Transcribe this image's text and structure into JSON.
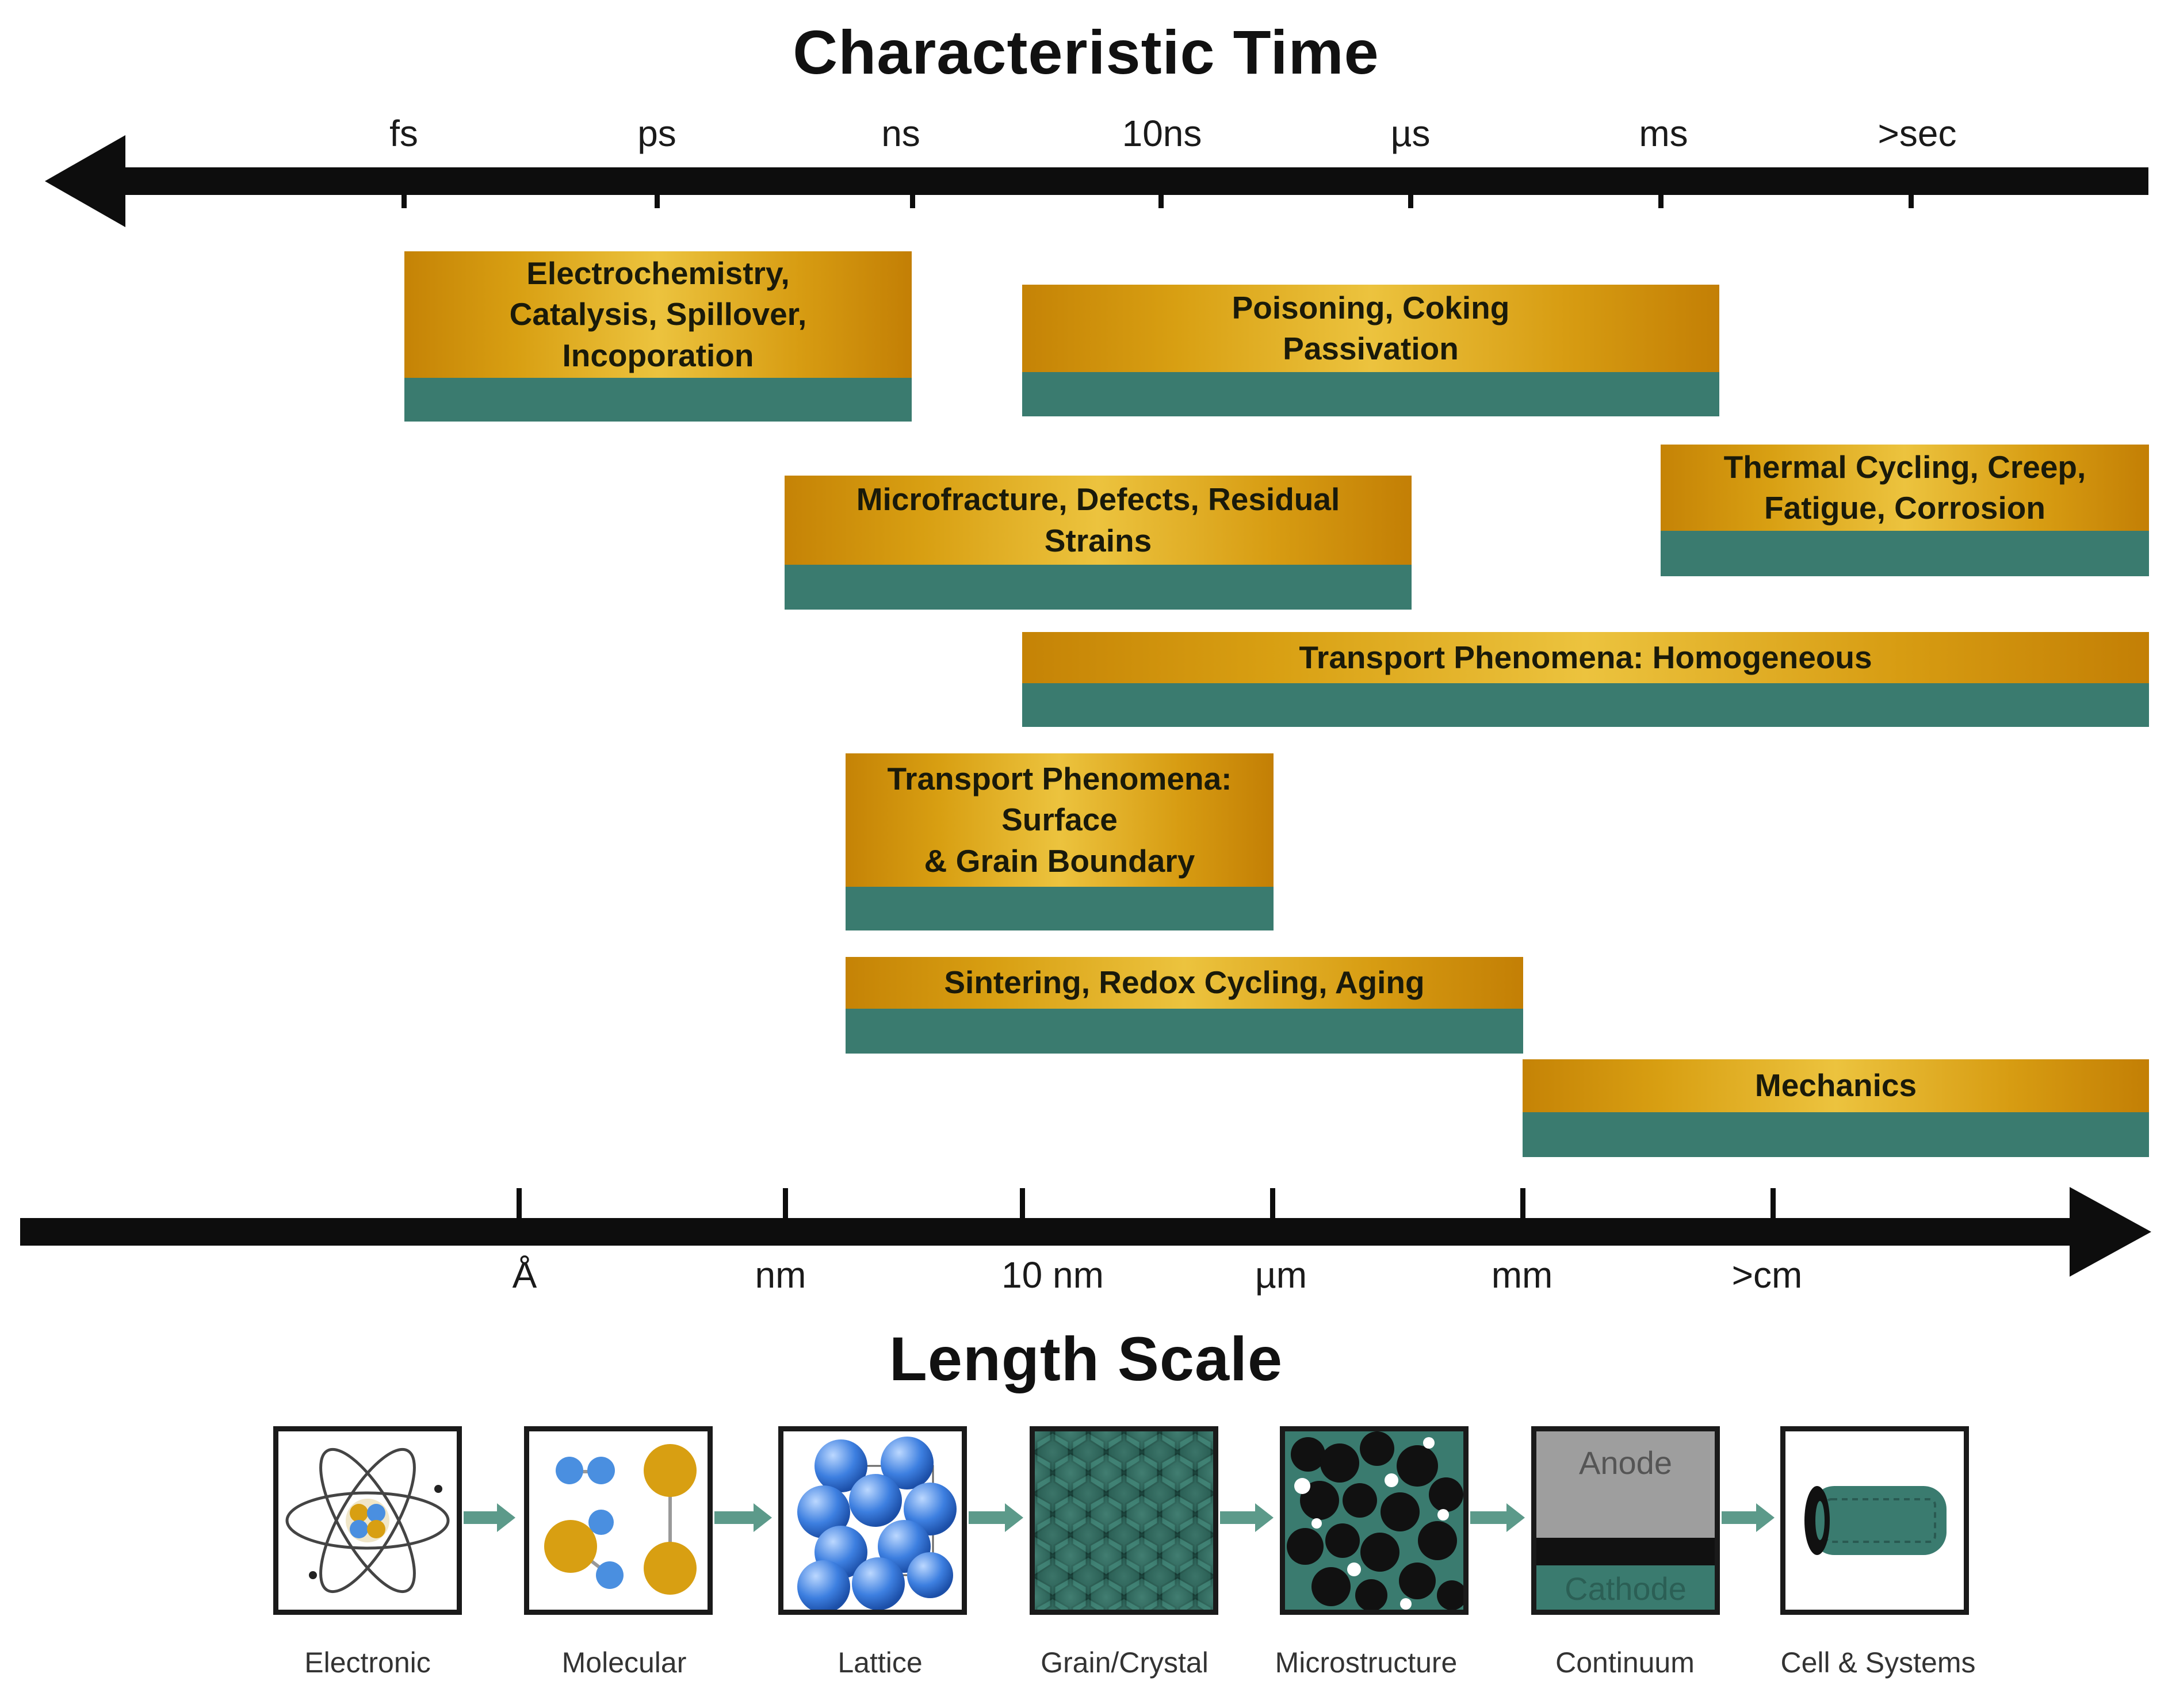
{
  "time_title": "Characteristic Time",
  "length_title": "Length Scale",
  "time_ticks": [
    "fs",
    "ps",
    "ns",
    "10ns",
    "µs",
    "ms",
    ">sec"
  ],
  "length_ticks": [
    "Å",
    "nm",
    "10 nm",
    "µm",
    "mm",
    ">cm"
  ],
  "phenomena": [
    {
      "label": "Electrochemistry,\nCatalysis, Spillover,\nIncoporation"
    },
    {
      "label": "Poisoning, Coking\nPassivation"
    },
    {
      "label": "Microfracture, Defects, Residual\nStrains"
    },
    {
      "label": "Thermal Cycling, Creep,\nFatigue, Corrosion"
    },
    {
      "label": "Transport Phenomena: Homogeneous"
    },
    {
      "label": "Transport Phenomena:\nSurface\n& Grain Boundary"
    },
    {
      "label": "Sintering, Redox Cycling, Aging"
    },
    {
      "label": "Mechanics"
    }
  ],
  "scales": [
    {
      "label": "Electronic",
      "icon": "atom-icon"
    },
    {
      "label": "Molecular",
      "icon": "molecule-icon"
    },
    {
      "label": "Lattice",
      "icon": "lattice-icon"
    },
    {
      "label": "Grain/Crystal",
      "icon": "grain-icon"
    },
    {
      "label": "Microstructure",
      "icon": "microstructure-icon"
    },
    {
      "label": "Continuum",
      "icon": "continuum-icon",
      "anode": "Anode",
      "cathode": "Cathode"
    },
    {
      "label": "Cell & Systems",
      "icon": "cell-icon"
    }
  ],
  "colors": {
    "gold": "#d89f12",
    "teal": "#3a7b6f",
    "axis": "#0d0d0d"
  }
}
